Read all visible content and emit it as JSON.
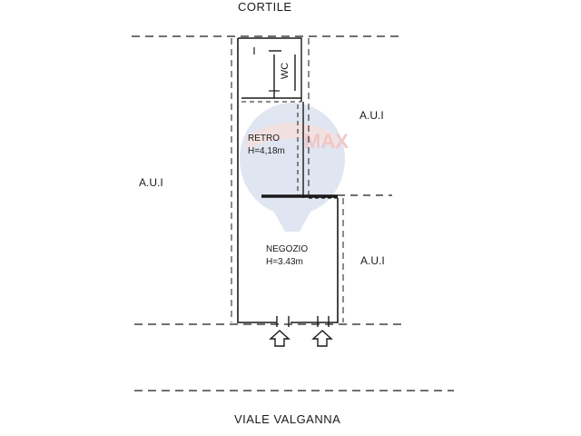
{
  "labels": {
    "courtyard": "CORTILE",
    "street": "VIALE VALGANNA",
    "aui_left": "A.U.I",
    "aui_right_top": "A.U.I",
    "aui_right_bottom": "A.U.I",
    "wc": "WC",
    "retro_name": "RETRO",
    "retro_height": "H=4,18m",
    "negozio_name": "NEGOZIO",
    "negozio_height": "H=3.43m"
  },
  "watermark": {
    "text": "MAX",
    "balloon_color": "#c8d3e6",
    "stripe_color": "#e9c7c7",
    "text_color": "#f0c4c4"
  },
  "colors": {
    "line": "#1a1a1a"
  }
}
